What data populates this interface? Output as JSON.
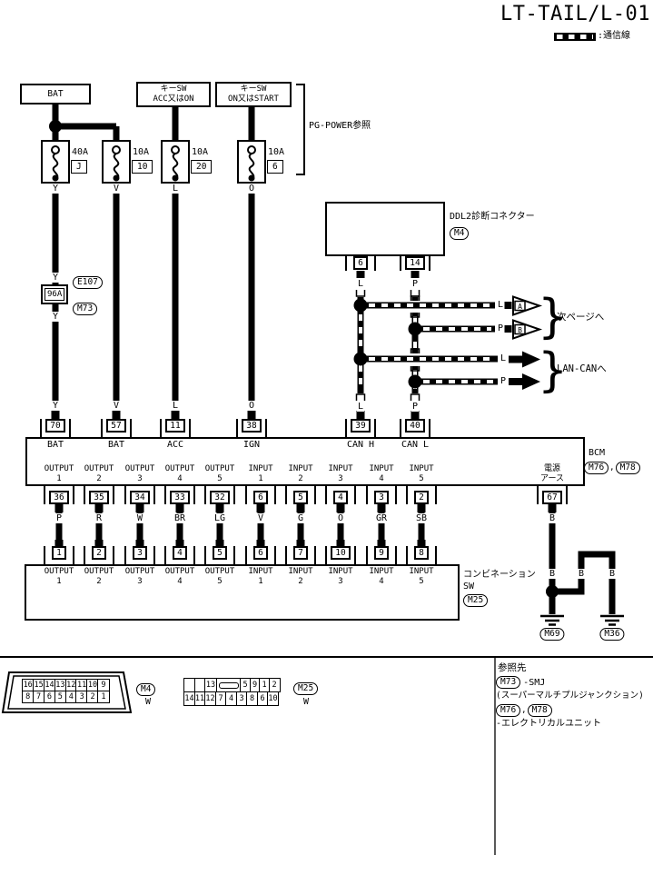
{
  "title": "LT-TAIL/L-01",
  "legend": {
    "label": ":通信線"
  },
  "power": {
    "bat": "BAT",
    "acc1": "キーSW",
    "acc2": "ACC又はON",
    "ign1": "キーSW",
    "ign2": "ON又はSTART",
    "pg_ref": "PG-POWER参照",
    "fuses": [
      {
        "rating": "40A",
        "id": "J",
        "wire": "Y"
      },
      {
        "rating": "10A",
        "id": "10",
        "wire": "V"
      },
      {
        "rating": "10A",
        "id": "20",
        "wire": "L"
      },
      {
        "rating": "10A",
        "id": "6",
        "wire": "O"
      }
    ]
  },
  "smj": {
    "wire": "Y",
    "id": "96A",
    "conn_a": "E107",
    "conn_b": "M73"
  },
  "ddl2": {
    "label": "DDL2診断コネクター",
    "conn": "M4",
    "pins": [
      {
        "num": "6",
        "wire": "L"
      },
      {
        "num": "14",
        "wire": "P"
      }
    ]
  },
  "can": {
    "rows": [
      {
        "wire": "L",
        "tag": "A"
      },
      {
        "wire": "P",
        "tag": "B"
      },
      {
        "wire": "L"
      },
      {
        "wire": "P"
      }
    ],
    "next_page": "次ページへ",
    "lan_can": "LAN-CANへ"
  },
  "bcm": {
    "name": "BCM",
    "conn_a": "M76",
    "comma": ",",
    "conn_b": "M78",
    "top_pins": [
      {
        "wire": "Y",
        "num": "70",
        "label": "BAT"
      },
      {
        "wire": "V",
        "num": "57",
        "label": "BAT"
      },
      {
        "wire": "L",
        "num": "11",
        "label": "ACC"
      },
      {
        "wire": "O",
        "num": "38",
        "label": "IGN"
      },
      {
        "wire": "L",
        "num": "39",
        "label": "CAN H"
      },
      {
        "wire": "P",
        "num": "40",
        "label": "CAN L"
      }
    ],
    "gnd": {
      "label1": "電源",
      "label2": "アース",
      "num": "67",
      "wire": "B"
    }
  },
  "circuits": [
    {
      "label": "OUTPUT",
      "sub": "1",
      "bcm_pin": "36",
      "wire": "P",
      "sw_pin": "1"
    },
    {
      "label": "OUTPUT",
      "sub": "2",
      "bcm_pin": "35",
      "wire": "R",
      "sw_pin": "2"
    },
    {
      "label": "OUTPUT",
      "sub": "3",
      "bcm_pin": "34",
      "wire": "W",
      "sw_pin": "3"
    },
    {
      "label": "OUTPUT",
      "sub": "4",
      "bcm_pin": "33",
      "wire": "BR",
      "sw_pin": "4"
    },
    {
      "label": "OUTPUT",
      "sub": "5",
      "bcm_pin": "32",
      "wire": "LG",
      "sw_pin": "5"
    },
    {
      "label": "INPUT",
      "sub": "1",
      "bcm_pin": "6",
      "wire": "V",
      "sw_pin": "6"
    },
    {
      "label": "INPUT",
      "sub": "2",
      "bcm_pin": "5",
      "wire": "G",
      "sw_pin": "7"
    },
    {
      "label": "INPUT",
      "sub": "3",
      "bcm_pin": "4",
      "wire": "O",
      "sw_pin": "10"
    },
    {
      "label": "INPUT",
      "sub": "4",
      "bcm_pin": "3",
      "wire": "GR",
      "sw_pin": "9"
    },
    {
      "label": "INPUT",
      "sub": "5",
      "bcm_pin": "2",
      "wire": "SB",
      "sw_pin": "8"
    }
  ],
  "combo_sw": {
    "label1": "コンビネーション",
    "label2": "SW",
    "conn": "M25"
  },
  "ground": {
    "b1": "B",
    "b2": "B",
    "b3": "B",
    "gnd_a": "M69",
    "gnd_b": "M36"
  },
  "footer": {
    "m4": {
      "conn": "M4",
      "color": "W",
      "row1": [
        "16",
        "15",
        "14",
        "13",
        "12",
        "11",
        "10",
        "9"
      ],
      "row2": [
        "8",
        "7",
        "6",
        "5",
        "4",
        "3",
        "2",
        "1"
      ]
    },
    "m25": {
      "conn": "M25",
      "color": "W",
      "row1": [
        "",
        "",
        "13",
        "",
        "5",
        "9",
        "1",
        "2"
      ],
      "row2": [
        "14",
        "11",
        "12",
        "7",
        "4",
        "3",
        "8",
        "6",
        "10"
      ]
    },
    "ref": {
      "title": "参照先",
      "conn1": "M73",
      "text1": "-SMJ",
      "text2": "(スーパーマルチプルジャンクション)",
      "conn2": "M76",
      "comma": ",",
      "conn3": "M78",
      "text3": "-エレクトリカルユニット"
    }
  }
}
